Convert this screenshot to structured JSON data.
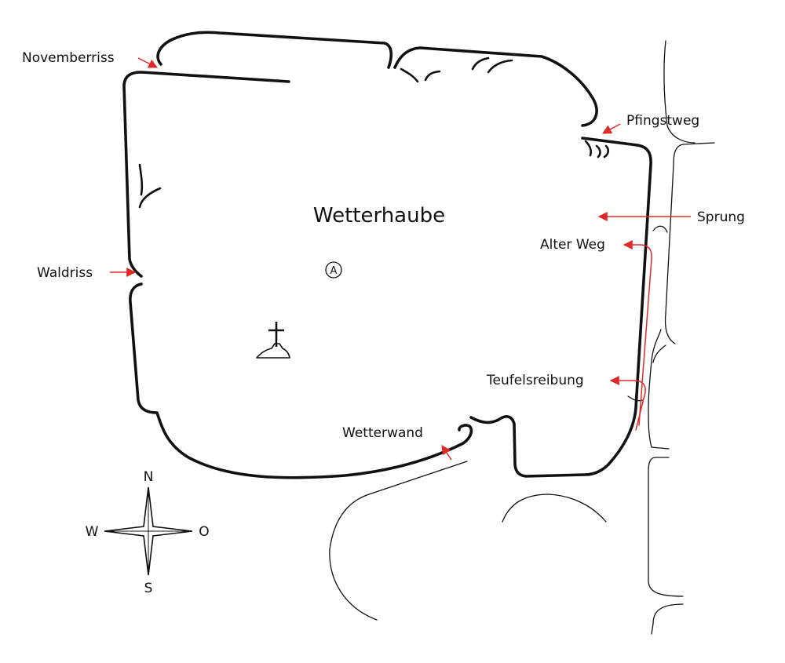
{
  "map": {
    "title": "Wetterhaube",
    "summit_marker": "Ⓐ",
    "labels": {
      "novemberriss": "Novemberriss",
      "pfingstweg": "Pfingstweg",
      "sprung": "Sprung",
      "alter_weg": "Alter Weg",
      "waldriss": "Waldriss",
      "teufelsreibung": "Teufelsreibung",
      "wetterwand": "Wetterwand"
    },
    "compass": {
      "n": "N",
      "s": "S",
      "w": "W",
      "o": "O"
    },
    "colors": {
      "route": "#e02a2a",
      "outline": "#111111"
    },
    "icons": [
      "summit-cross-icon",
      "compass-rose-icon"
    ]
  }
}
